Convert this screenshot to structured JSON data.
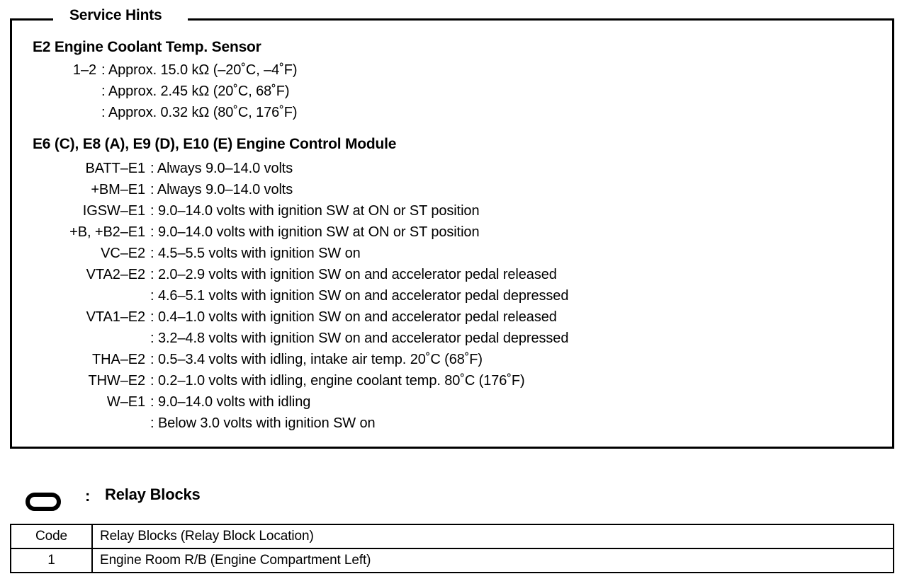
{
  "panel": {
    "caption": "Service Hints"
  },
  "sections": [
    {
      "id": "e2",
      "heading": "E2  Engine Coolant Temp. Sensor",
      "rows": [
        {
          "label": "1–2",
          "colon": ":",
          "value": "Approx. 15.0 kΩ (–20˚C, –4˚F)"
        },
        {
          "label": "",
          "colon": ":",
          "value": "Approx. 2.45 kΩ (20˚C, 68˚F)"
        },
        {
          "label": "",
          "colon": ":",
          "value": "Approx. 0.32 kΩ (80˚C, 176˚F)"
        }
      ]
    },
    {
      "id": "ecm",
      "heading": "E6 (C), E8 (A), E9 (D), E10 (E)  Engine Control Module",
      "rows": [
        {
          "label": "BATT–E1",
          "colon": ":",
          "value": "Always 9.0–14.0 volts"
        },
        {
          "label": "+BM–E1",
          "colon": ":",
          "value": "Always 9.0–14.0 volts"
        },
        {
          "label": "IGSW–E1",
          "colon": ":",
          "value": "9.0–14.0 volts with ignition SW at ON or ST position"
        },
        {
          "label": "+B, +B2–E1",
          "colon": ":",
          "value": "9.0–14.0 volts with ignition SW at ON or ST position"
        },
        {
          "label": "VC–E2",
          "colon": ":",
          "value": "4.5–5.5 volts with ignition SW on"
        },
        {
          "label": "VTA2–E2",
          "colon": ":",
          "value": "2.0–2.9 volts with ignition SW on and accelerator pedal released"
        },
        {
          "label": "",
          "colon": ":",
          "value": "4.6–5.1 volts with ignition SW on and accelerator pedal depressed"
        },
        {
          "label": "VTA1–E2",
          "colon": ":",
          "value": "0.4–1.0 volts with ignition SW on and accelerator pedal released"
        },
        {
          "label": "",
          "colon": ":",
          "value": "3.2–4.8 volts with ignition SW on and accelerator pedal depressed"
        },
        {
          "label": "THA–E2",
          "colon": ":",
          "value": "0.5–3.4 volts with idling, intake air temp. 20˚C (68˚F)"
        },
        {
          "label": "THW–E2",
          "colon": ":",
          "value": "0.2–1.0 volts with idling, engine coolant temp. 80˚C (176˚F)"
        },
        {
          "label": "W–E1",
          "colon": ":",
          "value": "9.0–14.0 volts with idling"
        },
        {
          "label": "",
          "colon": ":",
          "value": "Below 3.0 volts with ignition SW on"
        }
      ]
    }
  ],
  "relay_legend": {
    "icon_name": "relay-block-symbol",
    "colon": ":",
    "title": "Relay Blocks"
  },
  "relay_table": {
    "headers": [
      "Code",
      "Relay Blocks (Relay Block Location)"
    ],
    "rows": [
      [
        "1",
        "Engine Room R/B (Engine Compartment Left)"
      ]
    ]
  }
}
